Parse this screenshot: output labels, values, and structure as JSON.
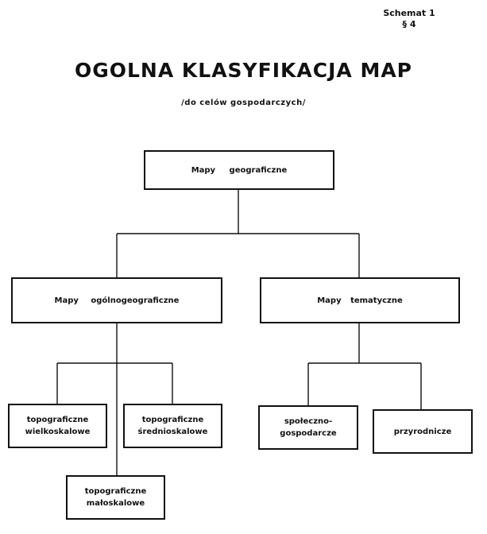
{
  "header": {
    "schemat": "Schemat 1",
    "paragraph": "§ 4"
  },
  "title": "OGOLNA KLASYFIKACJA MAP",
  "subtitle": "/do celów gospodarczych/",
  "nodes": {
    "root": "Mapy geograficzne",
    "general": "Mapy ogólnogeograficzne",
    "thematic": "Mapy tematyczne",
    "topo_large_1": "topograficzne",
    "topo_large_2": "wielkoskalowe",
    "topo_medium_1": "topograficzne",
    "topo_medium_2": "średnioskalowe",
    "topo_small_1": "topograficzne",
    "topo_small_2": "małoskalowe",
    "socio_1": "społeczno-",
    "socio_2": "gospodarcze",
    "natural": "przyrodnicze"
  }
}
